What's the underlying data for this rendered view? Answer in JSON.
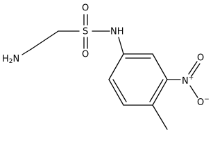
{
  "molecule": {
    "labels": {
      "amine_h": "H",
      "amine_sub": "2",
      "amine_n": "N",
      "sulfonyl_s": "S",
      "oxygen_top": "O",
      "oxygen_bottom": "O",
      "amide_nh": "NH",
      "nitro_n": "N",
      "nitro_plus": "+",
      "nitro_o_upper": "O",
      "nitro_o_lower": "O",
      "nitro_o_minus": "−"
    }
  }
}
